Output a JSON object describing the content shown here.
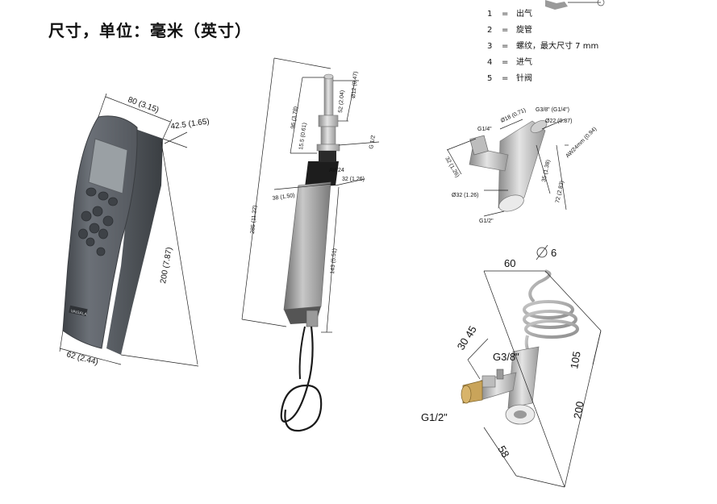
{
  "title": "尺寸，单位：毫米（英寸）",
  "legend": [
    {
      "num": "1",
      "eq": "=",
      "text": "出气"
    },
    {
      "num": "2",
      "eq": "=",
      "text": "旋管"
    },
    {
      "num": "3",
      "eq": "=",
      "text": "螺纹，最大尺寸 7 mm"
    },
    {
      "num": "4",
      "eq": "=",
      "text": "进气"
    },
    {
      "num": "5",
      "eq": "=",
      "text": "针阀"
    }
  ],
  "handheld": {
    "width": "80 (3.15)",
    "depth": "42.5 (1.65)",
    "height": "200 (7.87)",
    "bottom": "62 (2.44)",
    "logo": "VAISALA"
  },
  "probe": {
    "tip_diameter": "Ø12 (0.47)",
    "tip_length": "52 (2.04)",
    "upper_length": "96 (3.78)",
    "nut_length": "15.5 (0.61)",
    "thread": "G 1/2",
    "wrench": "AW24",
    "body_width": "32 (1.26)",
    "collar": "38 (1.50)",
    "total_length": "285 (11.22)",
    "body_length": "143 (5.51)"
  },
  "adapter": {
    "port_small": "G1/4\"",
    "diam18": "Ø18 (0.71)",
    "port_top": "G3/8\" (G1/4\")",
    "diam22": "Ø22 (0.87)",
    "wrench": "AW24mm (0.94)",
    "dim32": "32 (1.26)",
    "dim35": "35 (1.38)",
    "dim72": "72 (2.83)",
    "diam32": "Ø32 (1.26)",
    "port_bottom": "G1/2\""
  },
  "coil": {
    "dim60": "60",
    "dim6": "6",
    "dim45": "45",
    "dim30": "30",
    "thread": "G3/8\"",
    "dim105": "105",
    "dim200": "200",
    "dim58": "58",
    "inlet": "G1/2\""
  },
  "colors": {
    "device_dark": "#4d5157",
    "device_mid": "#6b7077",
    "device_light": "#8e939a",
    "screen": "#9aa0a4",
    "metal_light": "#d9d9d9",
    "metal_mid": "#a8a8a8",
    "metal_dark": "#707070"
  }
}
